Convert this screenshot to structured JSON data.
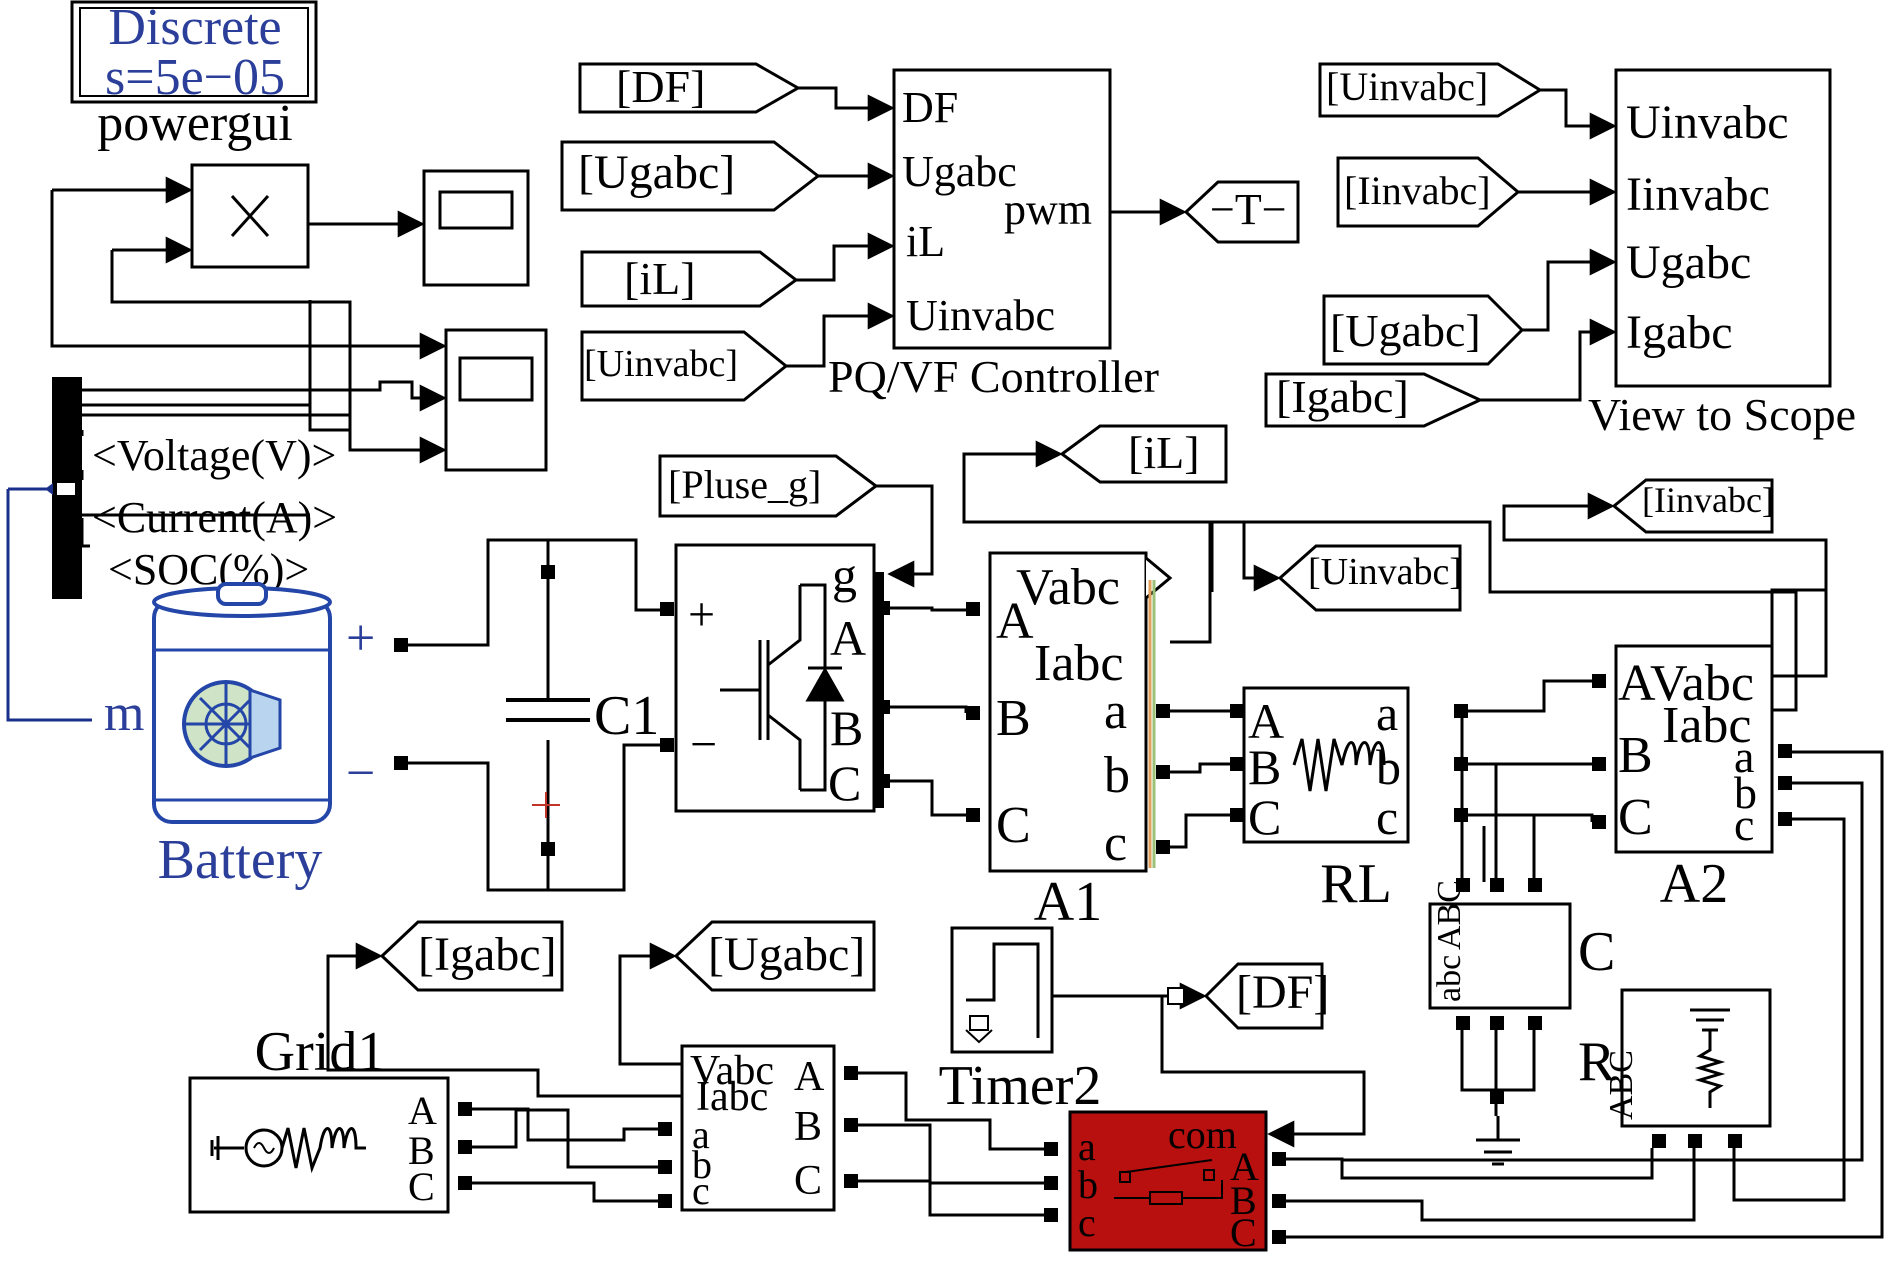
{
  "powergui": {
    "line1": "Discrete",
    "line2": "s=5e−05",
    "label": "powergui"
  },
  "controller": {
    "inputs": [
      "DF",
      "Ugabc",
      "iL",
      "Uinvabc"
    ],
    "output": "pwm",
    "label": "PQ/VF Controller",
    "from_tags": [
      "[DF]",
      "[Ugabc]",
      "[iL]",
      "[Uinvabc]"
    ],
    "goto_tag": "−T−"
  },
  "scope_view": {
    "inputs": [
      "Uinvabc",
      "Iinvabc",
      "Ugabc",
      "Igabc"
    ],
    "label": "View to Scope",
    "from_tags": [
      "[Uinvabc]",
      "[Iinvabc]",
      "[Ugabc]",
      "[Igabc]"
    ]
  },
  "battery": {
    "bus_signals": [
      "<Voltage(V)>",
      "<Current(A)>",
      "<SOC(%)>"
    ],
    "plus": "+",
    "minus": "−",
    "m": "m",
    "label": "Battery"
  },
  "pulse_tag": "[Pluse_g]",
  "capacitor": {
    "label": "C1"
  },
  "inverter": {
    "plus": "+",
    "minus": "−",
    "g": "g",
    "A": "A",
    "B": "B",
    "C": "C"
  },
  "meas_a1": {
    "label": "A1",
    "vabc": "Vabc",
    "iabc": "Iabc",
    "in": [
      "A",
      "B",
      "C"
    ],
    "out": [
      "a",
      "b",
      "c"
    ],
    "goto_iL": "[iL]",
    "goto_uinv": "[Uinvabc]"
  },
  "rl": {
    "label": "RL",
    "in": [
      "A",
      "B",
      "C"
    ],
    "out": [
      "a",
      "b",
      "c"
    ]
  },
  "meas_a2": {
    "label": "A2",
    "vabc": "Vabc",
    "iabc": "Iabc",
    "in": [
      "A",
      "B",
      "C"
    ],
    "out": [
      "a",
      "b",
      "c"
    ],
    "goto_iinv": "[Iinvabc]"
  },
  "cap_bank": {
    "label": "C",
    "top": "ABC",
    "bot": "abc"
  },
  "load_r": {
    "label": "R",
    "ports": "ABC"
  },
  "grid": {
    "label": "Grid1",
    "ports": [
      "A",
      "B",
      "C"
    ],
    "goto_igabc": "[Igabc]"
  },
  "meas_grid": {
    "vabc": "Vabc",
    "iabc": "Iabc",
    "in": [
      "a",
      "b",
      "c"
    ],
    "out": [
      "A",
      "B",
      "C"
    ],
    "goto_ugabc": "[Ugabc]"
  },
  "timer": {
    "label": "Timer2",
    "goto_df": "[DF]"
  },
  "breaker": {
    "com": "com",
    "left": [
      "a",
      "b",
      "c"
    ],
    "right": [
      "A",
      "B",
      "C"
    ],
    "color": "#b80f0f"
  }
}
